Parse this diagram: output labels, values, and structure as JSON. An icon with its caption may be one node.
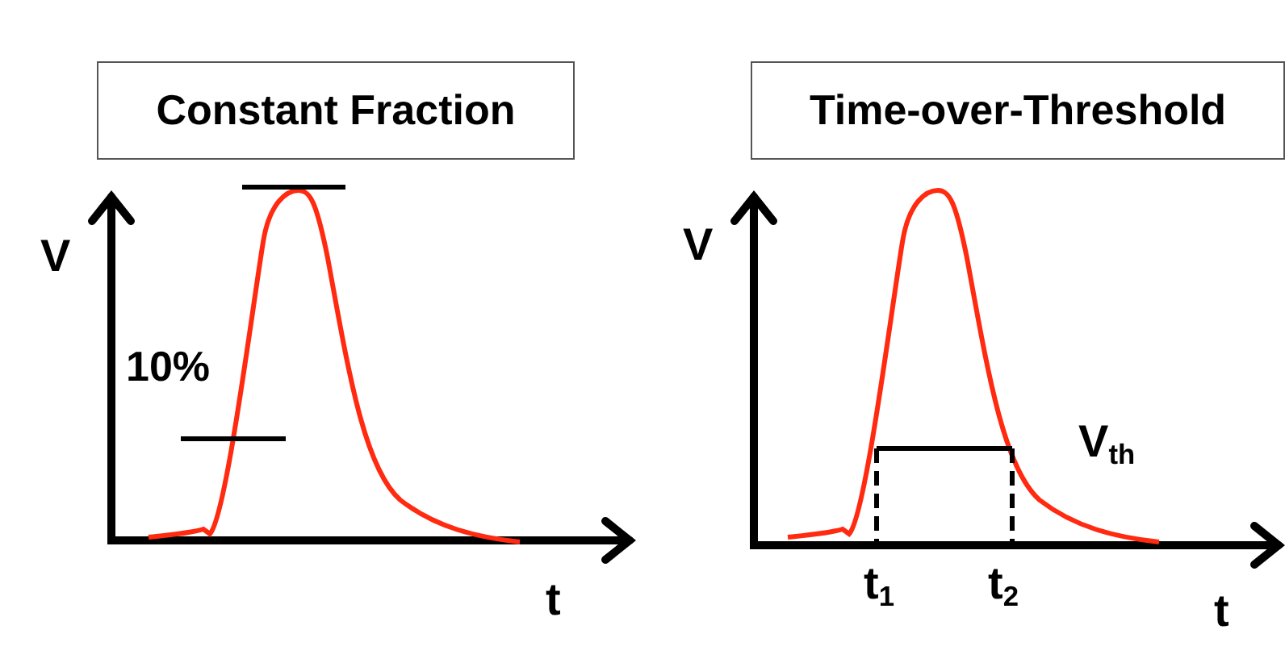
{
  "diagram": {
    "nodes": [
      {
        "text": [
          "Constant Fraction"
        ]
      },
      {
        "text": [
          "Time-over-Threshold"
        ]
      }
    ],
    "labels": [
      "V",
      "10%",
      "t",
      "V",
      "V$_{th}$",
      "t$_{1}$",
      "t$_{2}$",
      "t"
    ]
  }
}
